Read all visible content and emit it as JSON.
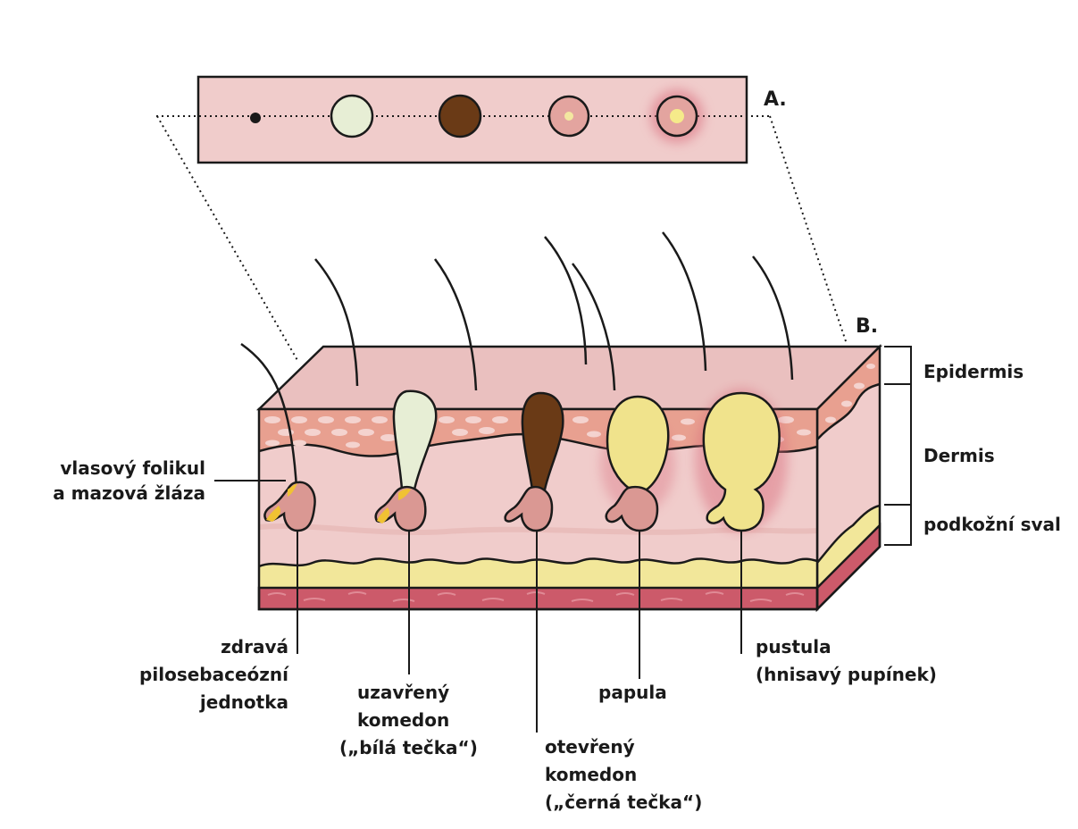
{
  "panels": {
    "a": "A.",
    "b": "B."
  },
  "layers": {
    "epidermis": "Epidermis",
    "dermis": "Dermis",
    "muscle": "podkožní sval"
  },
  "follicle_label": {
    "line1": "vlasový folikul",
    "line2": "a mazová žláza"
  },
  "stages": {
    "healthy": {
      "l1": "zdravá",
      "l2": "pilosebaceózní",
      "l3": "jednotka"
    },
    "closed": {
      "l1": "uzavřený",
      "l2": "komedon",
      "l3": "(„bílá tečka“)"
    },
    "open": {
      "l1": "otevřený",
      "l2": "komedon",
      "l3": "(„černá tečka“)"
    },
    "papule": {
      "l1": "papula"
    },
    "pustule": {
      "l1": "pustula",
      "l2": "(hnisavý pupínek)"
    }
  },
  "colors": {
    "skin_top": "#eac0bf",
    "skin_front": "#f0cccb",
    "band": "#e8a090",
    "fat": "#f2e79a",
    "muscle": "#cc5a6a",
    "whitehead": "#e7eed5",
    "blackhead": "#6a3a16",
    "gland": "#da9893",
    "pus": "#f0e38c",
    "sebum": "#f0c233"
  }
}
